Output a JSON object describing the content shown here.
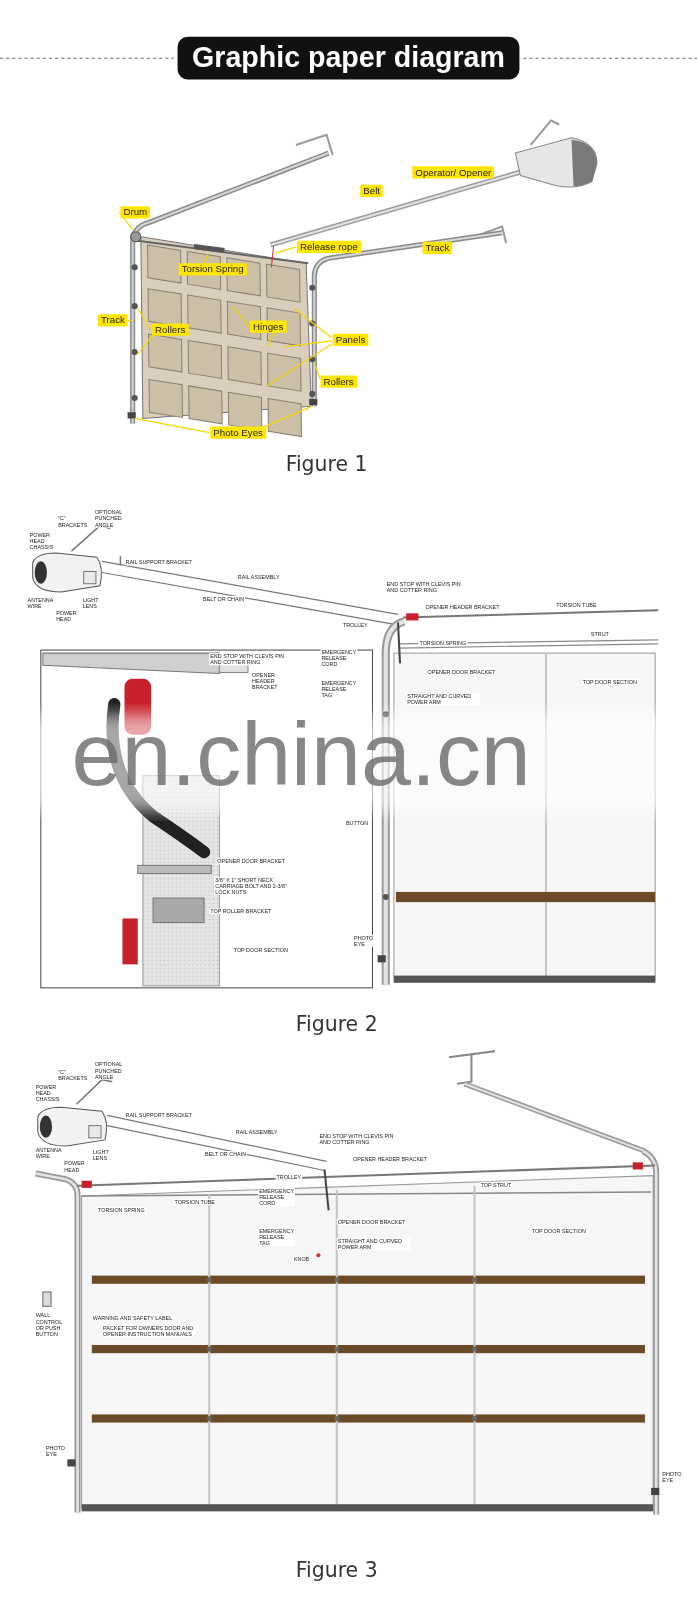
{
  "diagram": {
    "title": "Graphic paper diagram",
    "nodes": [
      {
        "text": [
          "Drum"
        ]
      },
      {
        "text": [
          "Belt"
        ]
      },
      {
        "text": [
          "Operator/ Opener"
        ]
      },
      {
        "text": [
          "Release rope"
        ]
      },
      {
        "text": [
          "Track"
        ]
      },
      {
        "text": [
          "Torsion Spring"
        ]
      },
      {
        "text": [
          "Track"
        ]
      },
      {
        "text": [
          "Rollers"
        ]
      },
      {
        "text": [
          "Hinges"
        ]
      },
      {
        "text": [
          "Panels"
        ]
      },
      {
        "text": [
          "Rollers"
        ]
      },
      {
        "text": [
          "Photo Eyes"
        ]
      }
    ],
    "labels": [
      "Figure 1",
      "\"C\" BRACKETS",
      "OPTIONAL PUNCHED ANGLE",
      "POWER HEAD CHASSIS",
      "ANTENNA WIRE",
      "POWER HEAD",
      "LIGHT LENS",
      "RAIL SUPPORT BRACKET",
      "RAIL ASSEMBLY",
      "BELT OR CHAIN",
      "END STOP WITH CLEVIS PIN AND COTTER RING",
      "OPENER HEADER BRACKET",
      "TORSION TUBE",
      "TROLLEY",
      "TORSION SPRING",
      "STRUT",
      "EMERGENCY RELEASE CORD",
      "EMERGENCY RELEASE TAG",
      "OPENER DOOR BRACKET",
      "STRAIGHT AND CURVED POWER ARM",
      "TOP DOOR SECTION",
      "END STOP WITH CLEVIS PIN AND COTTER RING",
      "OPENER HEADER BRACKET",
      "OPENER DOOR BRACKET",
      "3/8\" X 1\" SHORT NECK CARRIAGE BOLT AND 2-3/8\" LOCK NUTS",
      "TOP ROLLER BRACKET",
      "TOP DOOR SECTION",
      "BUTTON",
      "PHOTO EYE",
      "en.china.cn",
      "Figure 2",
      "\"C\" BRACKETS",
      "OPTIONAL PUNCHED ANGLE",
      "POWER HEAD CHASSIS",
      "RAIL SUPPORT BRACKET",
      "ANTENNA WIRE",
      "POWER HEAD",
      "LIGHT LENS",
      "RAIL ASSEMBLY",
      "BELT OR CHAIN",
      "END STOP WITH CLEVIS PIN AND COTTER RING",
      "OPENER HEADER BRACKET",
      "TROLLEY",
      "TORSION SPRING",
      "TORSION TUBE",
      "EMERGENCY RELEASE CORD",
      "TOP STRUT",
      "OPENER DOOR BRACKET",
      "EMERGENCY RELEASE TAG",
      "STRAIGHT AND CURVED POWER ARM",
      "KNOB",
      "TOP DOOR SECTION",
      "WARNING AND SAFETY LABEL",
      "PACKET FOR OWNERS DOOR AND OPENER INSTRUCTION MANUALS",
      "WALL CONTROL OR PUSH BUTTON",
      "PHOTO EYE",
      "PHOTO EYE",
      "Figure 3"
    ]
  }
}
